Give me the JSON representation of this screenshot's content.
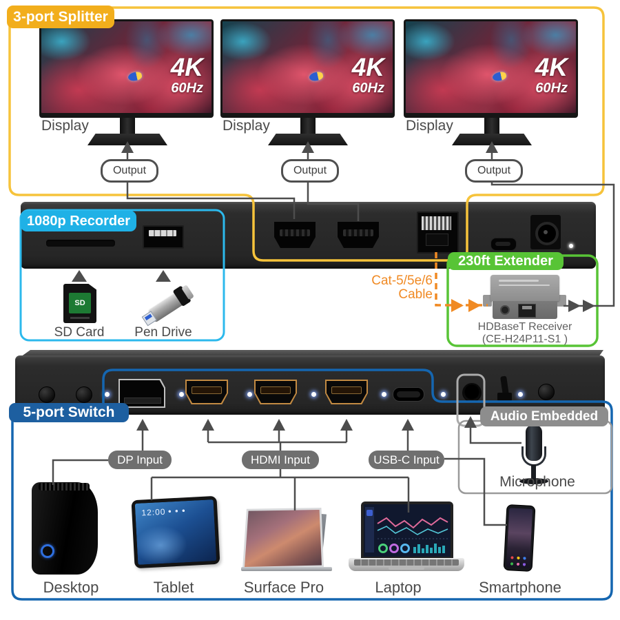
{
  "colors": {
    "splitter_accent": "#F2AE1C",
    "recorder_accent": "#1FB1E6",
    "extender_accent": "#58C436",
    "switch_accent": "#1D5FA0",
    "audio_accent": "#8D8D8D",
    "cable_orange": "#F08A24"
  },
  "splitter": {
    "badge": "3-port Splitter",
    "displays": [
      {
        "label": "Display",
        "res": "4K",
        "rate": "60Hz",
        "output": "Output"
      },
      {
        "label": "Display",
        "res": "4K",
        "rate": "60Hz",
        "output": "Output"
      },
      {
        "label": "Display",
        "res": "4K",
        "rate": "60Hz",
        "output": "Output"
      }
    ]
  },
  "recorder": {
    "badge": "1080p Recorder",
    "sd_logo": "SD",
    "sd_label": "SD Card",
    "pen_label": "Pen Drive"
  },
  "extender": {
    "badge": "230ft Extender",
    "cable_line1": "Cat-5/5e/6",
    "cable_line2": "Cable",
    "receiver_line1": "HDBaseT Receiver",
    "receiver_line2": "(CE-H24P11-S1 )"
  },
  "switch": {
    "badge": "5-port Switch",
    "dp_pill": "DP Input",
    "hdmi_pill": "HDMI Input",
    "usbc_pill": "USB-C Input",
    "audio_badge": "Audio Embedded",
    "mic_label": "Microphone",
    "tablet_time": "12:00",
    "devices": {
      "desktop": "Desktop",
      "tablet": "Tablet",
      "surface": "Surface Pro",
      "laptop": "Laptop",
      "phone": "Smartphone"
    }
  }
}
